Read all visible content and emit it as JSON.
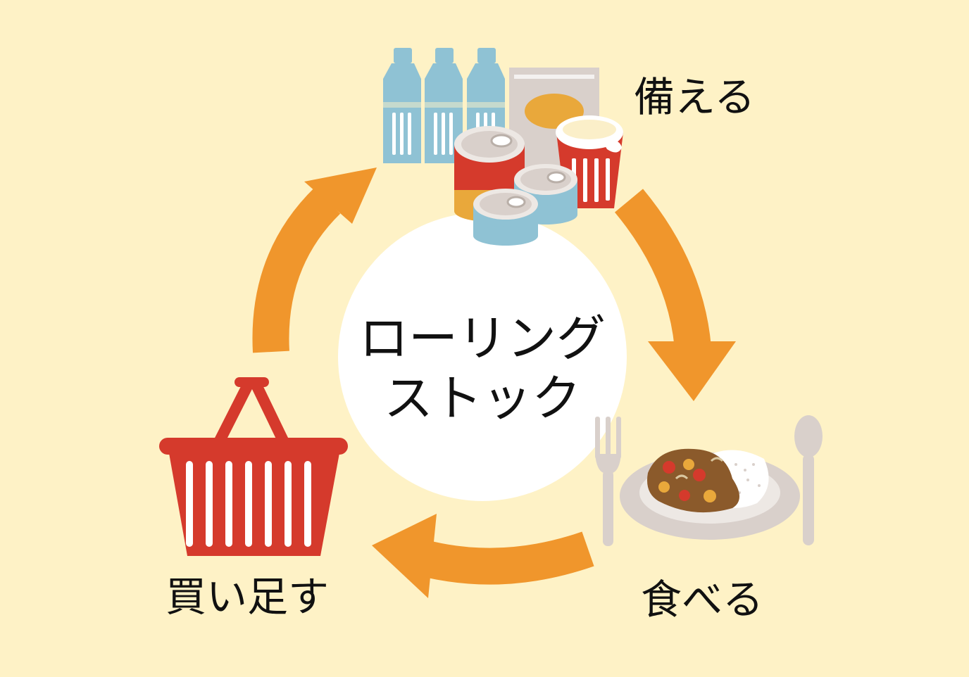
{
  "center": {
    "line1": "ローリング",
    "line2": "ストック"
  },
  "steps": {
    "stock": "備える",
    "eat": "食べる",
    "buy": "買い足す"
  },
  "colors": {
    "background": "#FEF2C6",
    "arrow": "#F0962C",
    "circle": "#FFFFFF",
    "basket": "#D53A2C",
    "water": "#8FC2D4",
    "can_red": "#D53A2C",
    "can_blue": "#8FC2D4",
    "gold": "#E9A83B",
    "plate": "#D9D0CB",
    "cutlery": "#D9D0CB",
    "curry": "#8B5A2B",
    "rice": "#FFFFFF"
  },
  "icons": {
    "stock": "emergency-food-stock-icon",
    "eat": "curry-rice-meal-icon",
    "buy": "shopping-basket-icon"
  }
}
